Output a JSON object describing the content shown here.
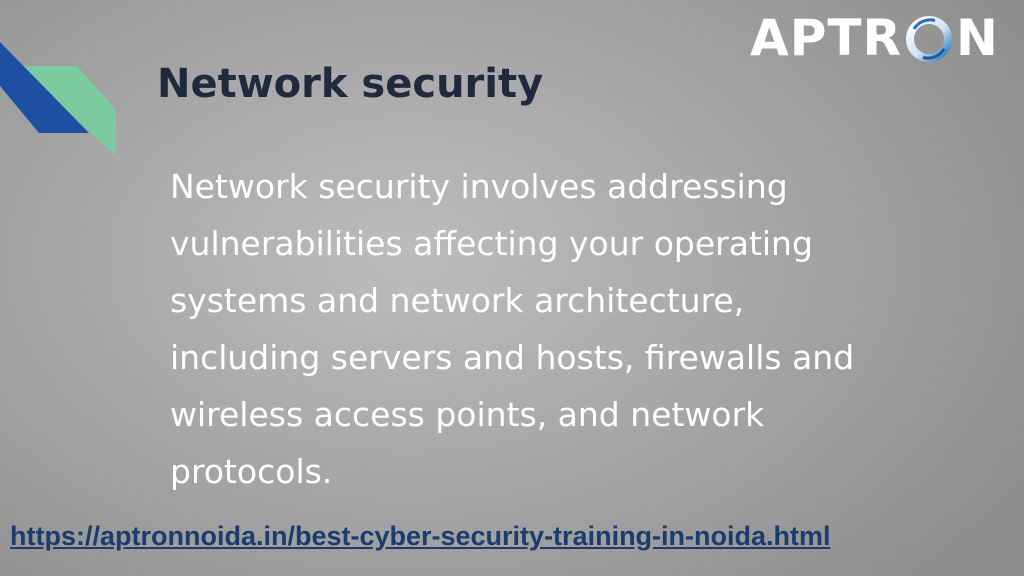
{
  "logo": {
    "text_before": "APTR",
    "text_after": "N"
  },
  "slide": {
    "title": "Network security",
    "body_lines": [
      "Network security involves addressing",
      "vulnerabilities affecting your operating",
      "systems and network architecture,",
      "including servers and hosts, firewalls and",
      "wireless access points, and network",
      "protocols."
    ]
  },
  "footer": {
    "url": "https://aptronnoida.in/best-cyber-security-training-in-noida.html"
  },
  "colors": {
    "title": "#1f2a3d",
    "body_text": "#ffffff",
    "link": "#1a3c6e",
    "accent_blue": "#1f4fa3",
    "accent_green": "#7ccaa0"
  },
  "icons": {
    "decorative_shape": "diagonal-stripes-accent",
    "logo_o": "ring-logo-mark"
  }
}
